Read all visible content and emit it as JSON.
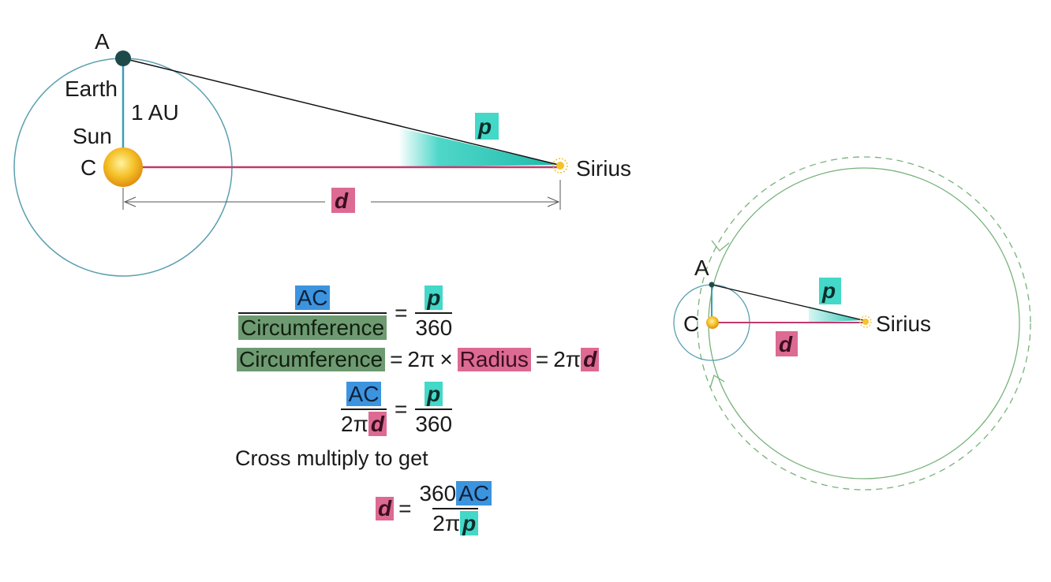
{
  "left_diagram": {
    "label_a": "A",
    "label_earth": "Earth",
    "label_distance": "1 AU",
    "label_sun": "Sun",
    "label_c": "C",
    "label_p": "p",
    "label_star": "Sirius",
    "label_d": "d"
  },
  "right_diagram": {
    "label_a": "A",
    "label_c": "C",
    "label_p": "p",
    "label_star": "Sirius",
    "label_d": "d"
  },
  "equations": {
    "eq1": {
      "num": "AC",
      "den": "Circumference",
      "eq": "=",
      "rnum": "p",
      "rden": "360"
    },
    "eq2": {
      "lhs": "Circumference",
      "eq1": "=",
      "two_pi": "2π",
      "times": "×",
      "radius": "Radius",
      "eq2": "=",
      "two_pi_b": "2π",
      "d": "d"
    },
    "eq3": {
      "num": "AC",
      "den_two_pi": "2π",
      "den_d": "d",
      "eq": "=",
      "rnum": "p",
      "rden": "360"
    },
    "note": "Cross multiply to get",
    "eq4": {
      "lhs_d": "d",
      "eq": "=",
      "num_360": "360",
      "num_ac": "AC",
      "den_two_pi": "2π",
      "den_p": "p"
    }
  },
  "colors": {
    "orbit": "#5aa0b0",
    "baseline": "#c03a6e",
    "parallax_fill": "#2fd0bf",
    "sun": "#f5b820",
    "earth": "#1f4a4a",
    "outer_orbit": "#77b27a"
  }
}
